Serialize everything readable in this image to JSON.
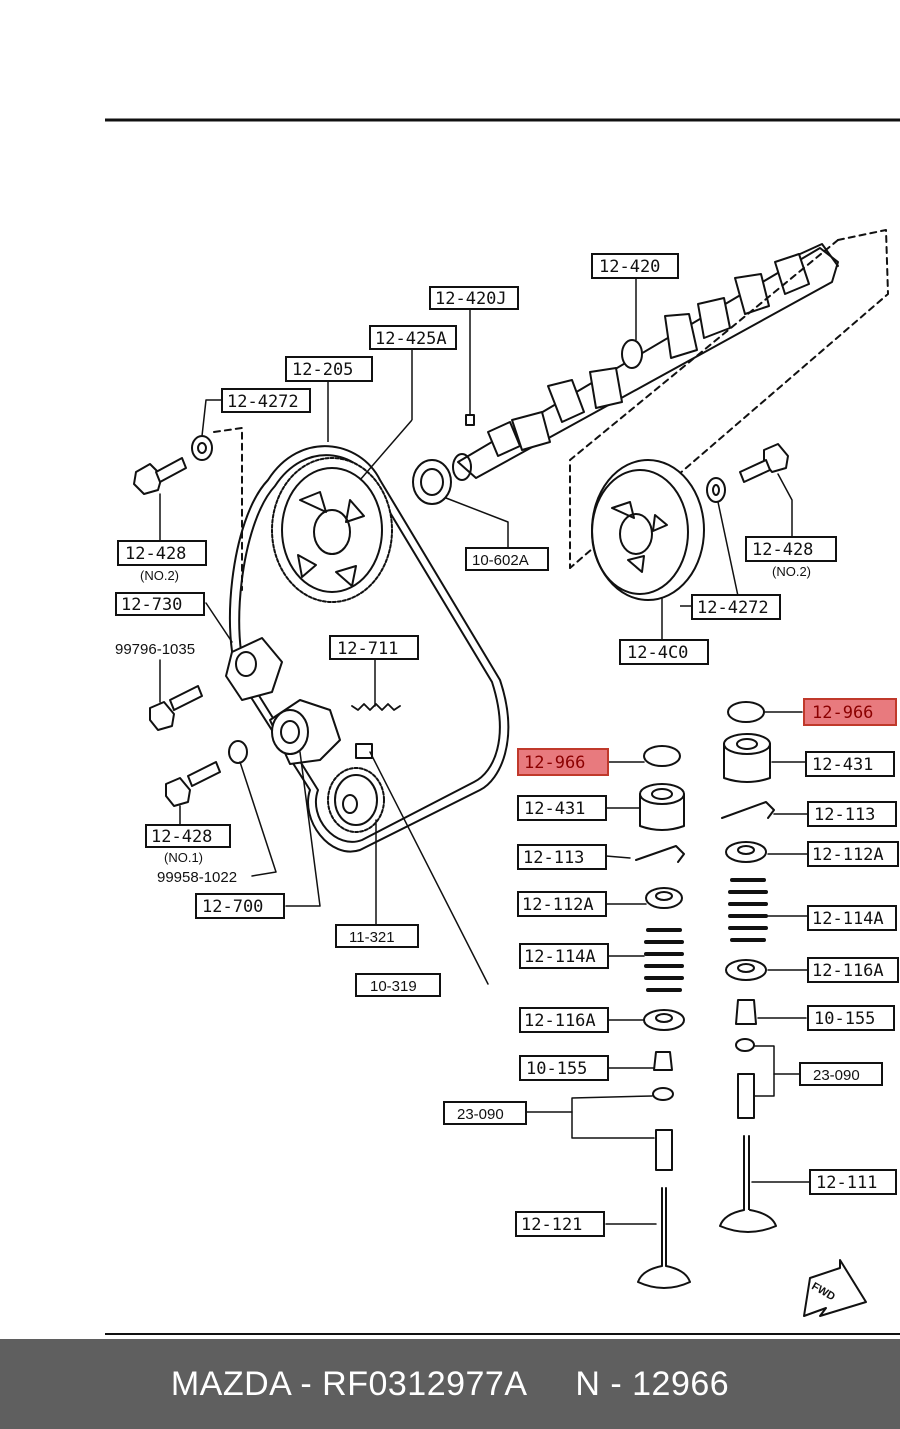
{
  "labels": {
    "camshaft": "12-420",
    "key": "12-420J",
    "belt": "12-425A",
    "pulley_cam": "12-205",
    "washer_left": "12-4272",
    "bolt_left": "12-428",
    "bolt_left_no": "(NO.2)",
    "tensioner_spring_bar": "12-730",
    "bolt_99796": "99796-1035",
    "spring": "12-711",
    "bolt_tensioner": "12-428",
    "bolt_tensioner_no": "(NO.1)",
    "washer_99958": "99958-1022",
    "tensioner": "12-700",
    "crank_gear": "11-321",
    "key_crank": "10-319",
    "oil_seal": "10-602A",
    "pulley_right": "12-4C0",
    "washer_right": "12-4272",
    "bolt_right": "12-428",
    "bolt_right_no": "(NO.2)",
    "shim_left": "12-966",
    "tappet_left": "12-431",
    "keeper_left": "12-113",
    "upper_seat_left": "12-112A",
    "spring_left": "12-114A",
    "lower_seat_left": "12-116A",
    "seal_left": "10-155",
    "guide_clip_left": "23-090",
    "valve_left": "12-121",
    "shim_right": "12-966",
    "tappet_right": "12-431",
    "keeper_right": "12-113",
    "upper_seat_right": "12-112A",
    "spring_right": "12-114A",
    "lower_seat_right": "12-116A",
    "seal_right": "10-155",
    "guide_clip_right": "23-090",
    "valve_right": "12-111",
    "fwd": "FWD"
  },
  "footer": "MAZDA - RF0312977A     N - 12966",
  "colors": {
    "highlight": "#e87a7e",
    "highlight_border": "#c0392b",
    "footer_bg": "#5f5f5f",
    "line": "#111111"
  }
}
